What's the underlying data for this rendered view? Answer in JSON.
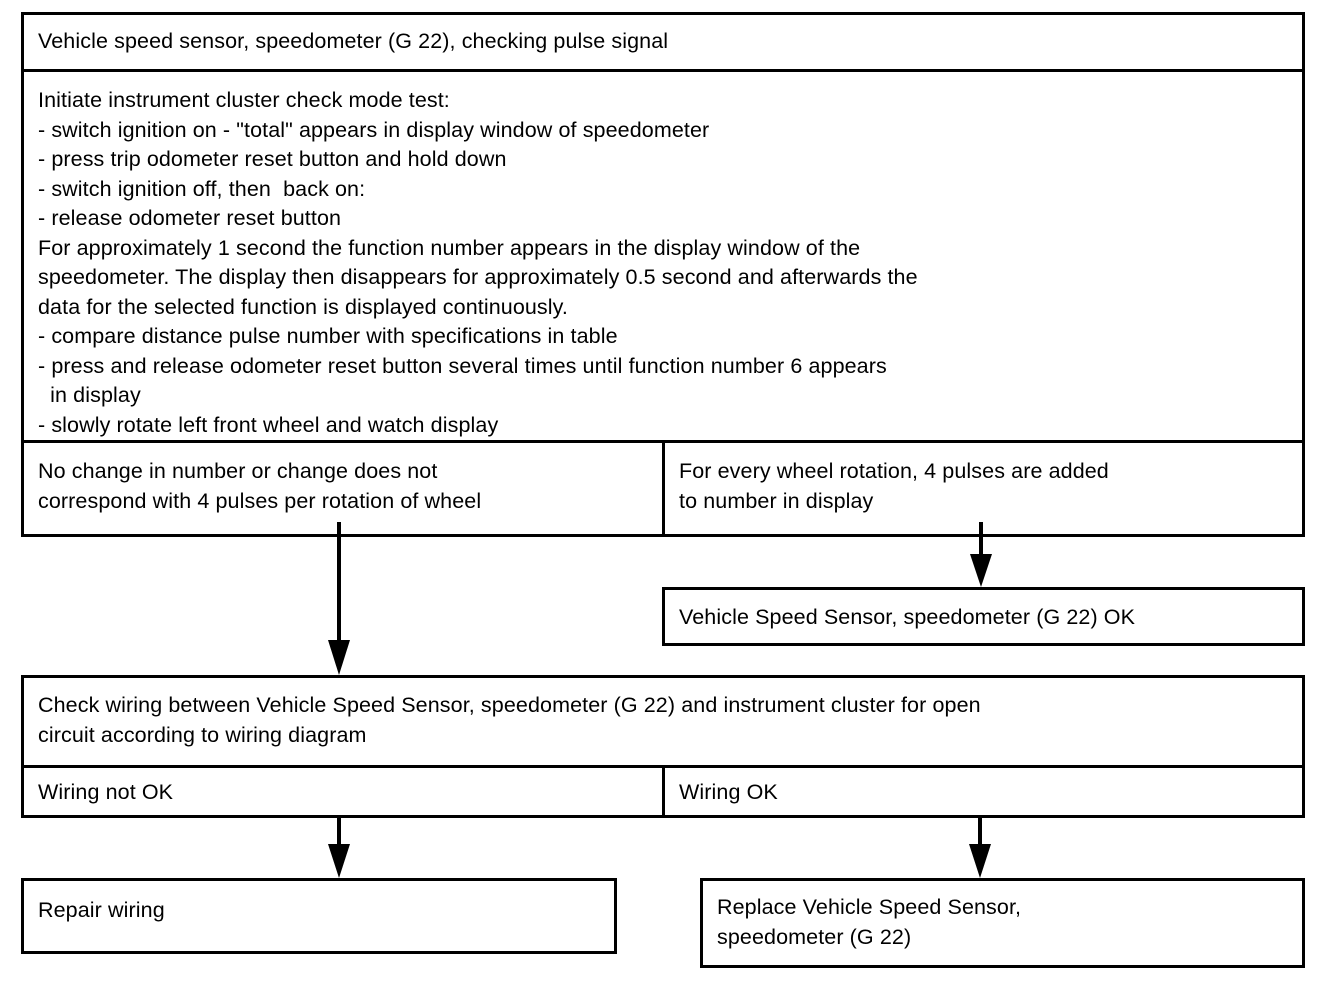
{
  "diagram": {
    "title": "Vehicle speed sensor, speedometer (G 22), checking pulse signal",
    "background_color": "#ffffff",
    "line_color": "#000000"
  },
  "nodes": {
    "title_cell": {
      "text": "Vehicle speed sensor, speedometer (G 22), checking pulse signal"
    },
    "procedure_cell": {
      "lines": [
        "Initiate instrument cluster check mode test:",
        "- switch ignition on - \"total\" appears in display window of speedometer",
        "- press trip odometer reset button and hold down",
        "- switch ignition off, then  back on:",
        "- release odometer reset button",
        "For approximately 1 second the function number appears in the display window of the",
        "speedometer. The display then disappears for approximately 0.5 second and afterwards the",
        "data for the selected function is displayed continuously.",
        "- compare distance pulse number with specifications in table",
        "- press and release odometer reset button several times until function number 6 appears",
        "  in display",
        "- slowly rotate left front wheel and watch display"
      ],
      "text": "Initiate instrument cluster check mode test:\n- switch ignition on - \"total\" appears in display window of speedometer\n- press trip odometer reset button and hold down\n- switch ignition off, then  back on:\n- release odometer reset button\nFor approximately 1 second the function number appears in the display window of the\nspeedometer. The display then disappears for approximately 0.5 second and afterwards the\ndata for the selected function is displayed continuously.\n- compare distance pulse number with specifications in table\n- press and release odometer reset button several times until function number 6 appears\n  in display\n- slowly rotate left front wheel and watch display"
    },
    "branch_fail": {
      "text": "No change in number or change does not\ncorrespond with 4 pulses per rotation of wheel"
    },
    "branch_pass": {
      "text": "For every wheel rotation, 4 pulses are added\nto number in display"
    },
    "sensor_ok": {
      "text": "Vehicle Speed Sensor, speedometer (G 22) OK"
    },
    "check_wiring": {
      "text": "Check wiring between Vehicle Speed Sensor, speedometer (G 22) and instrument cluster for open\ncircuit according to wiring diagram"
    },
    "wiring_not_ok": {
      "text": "Wiring not OK"
    },
    "wiring_ok": {
      "text": "Wiring OK"
    },
    "repair_wiring": {
      "text": "Repair wiring"
    },
    "replace_sensor": {
      "text": "Replace Vehicle Speed Sensor,\nspeedometer (G 22)"
    }
  },
  "connectors": [
    {
      "name": "arrow-branch-pass-to-sensor-ok",
      "from": "branch_pass",
      "to": "sensor_ok"
    },
    {
      "name": "arrow-branch-fail-to-check-wiring",
      "from": "branch_fail",
      "to": "check_wiring"
    },
    {
      "name": "arrow-wiring-not-ok-to-repair",
      "from": "wiring_not_ok",
      "to": "repair_wiring"
    },
    {
      "name": "arrow-wiring-ok-to-replace",
      "from": "wiring_ok",
      "to": "replace_sensor"
    }
  ]
}
